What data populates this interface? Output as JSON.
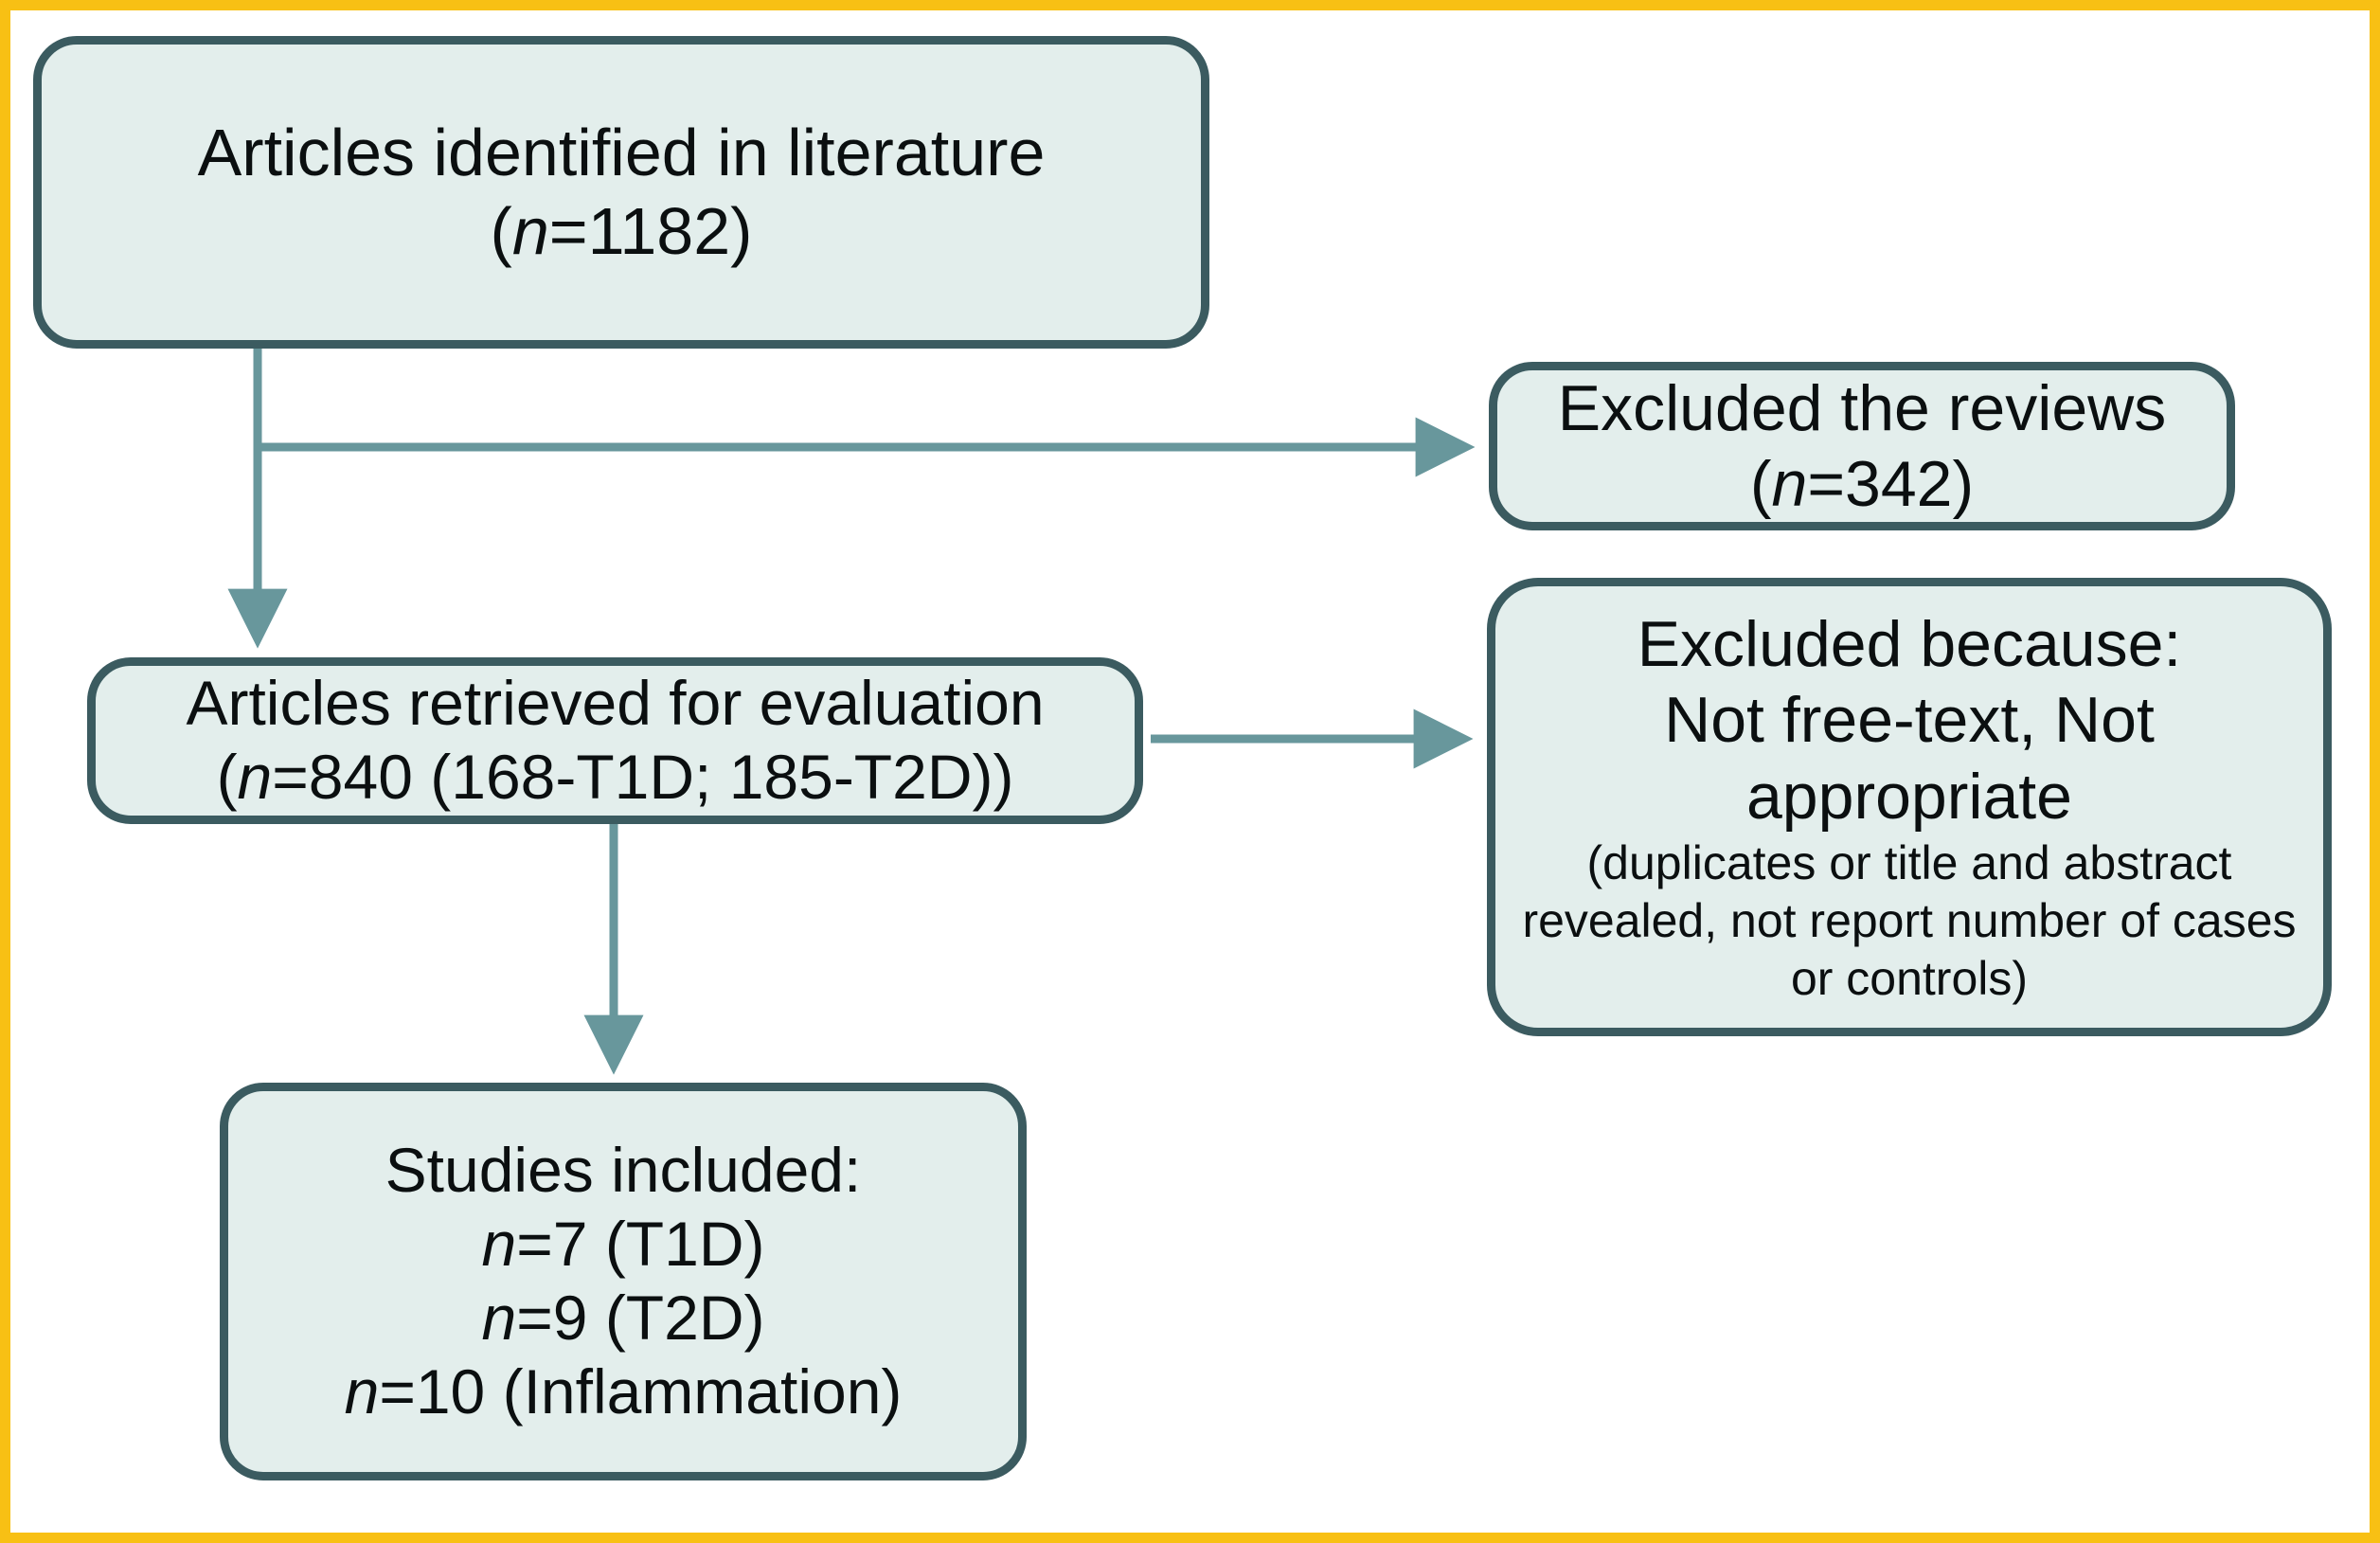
{
  "figure": {
    "type": "prisma-flow-diagram",
    "frame_color": "#f8c014",
    "box_fill_color": "#e3eeec",
    "box_border_color": "#3b5b60",
    "arrow_color": "#68979c",
    "text_color": "#0b0f10"
  },
  "nodes": {
    "identified": {
      "id": "articles-identified",
      "line1": "Articles identified in literature",
      "line2_prefix": "(",
      "line2_italic": "n",
      "line2_suffix": "=1182)",
      "count": 1182
    },
    "excluded_reviews": {
      "id": "excluded-reviews",
      "line1": "Excluded the reviews",
      "line2_prefix": "(",
      "line2_italic": "n",
      "line2_suffix": "=342)",
      "count": 342
    },
    "retrieved": {
      "id": "articles-retrieved",
      "line1": "Articles retrieved for evaluation",
      "line2_prefix": "(",
      "line2_italic": "n",
      "line2_suffix": "=840 (168-T1D; 185-T2D))",
      "count": 840,
      "t1d_count": 168,
      "t2d_count": 185
    },
    "excluded_because": {
      "id": "excluded-because",
      "line1": "Excluded because:",
      "line2": "Not free-text, Not",
      "line3": "appropriate",
      "detail": "(duplicates or title and abstract revealed, not report number of cases or controls)"
    },
    "included": {
      "id": "studies-included",
      "line1": "Studies included:",
      "line2_italic": "n",
      "line2_suffix": "=7 (T1D)",
      "line3_italic": "n",
      "line3_suffix": "=9 (T2D)",
      "line4_italic": "n",
      "line4_suffix": "=10 (Inflammation)",
      "t1d_studies": 7,
      "t2d_studies": 9,
      "inflammation_studies": 10
    }
  },
  "connectors": [
    {
      "id": "identified-to-retrieved",
      "direction": "down",
      "from": "articles-identified",
      "to": "articles-retrieved"
    },
    {
      "id": "identified-to-excluded-reviews",
      "direction": "right",
      "from": "articles-identified",
      "to": "excluded-reviews"
    },
    {
      "id": "retrieved-to-included",
      "direction": "down",
      "from": "articles-retrieved",
      "to": "studies-included"
    },
    {
      "id": "retrieved-to-excluded-because",
      "direction": "right",
      "from": "articles-retrieved",
      "to": "excluded-because"
    }
  ]
}
